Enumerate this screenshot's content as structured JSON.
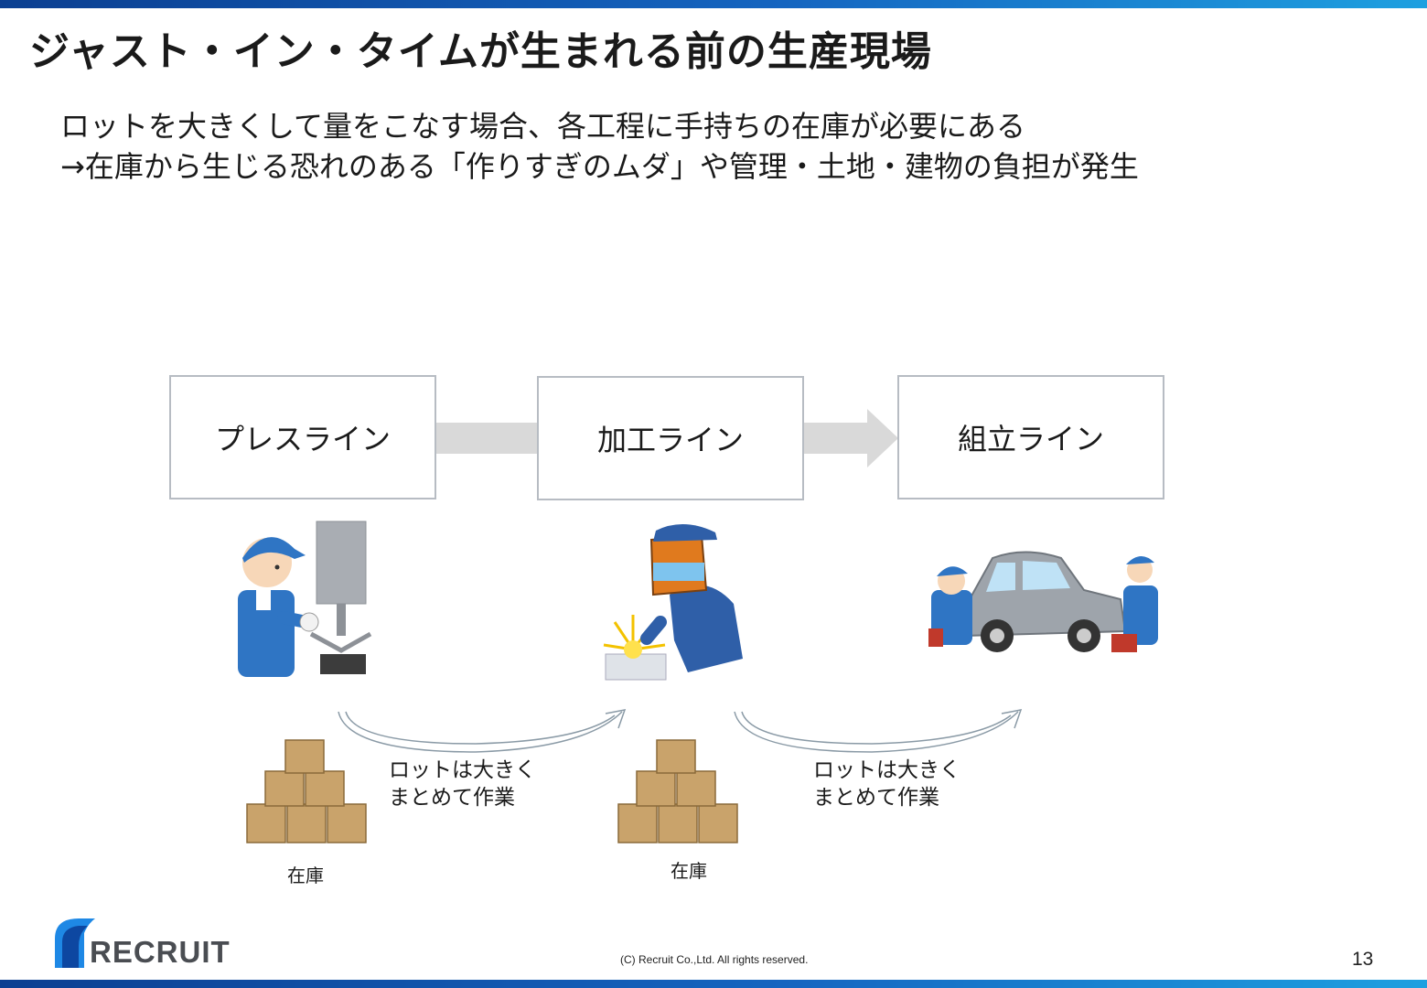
{
  "slide": {
    "title": "ジャスト・イン・タイムが生まれる前の生産現場",
    "lines": [
      "ロットを大きくして量をこなす場合、各工程に手持ちの在庫が必要にある",
      "→在庫から生じる恐れのある「作りすぎのムダ」や管理・土地・建物の負担が発生"
    ]
  },
  "flow": {
    "steps": [
      "プレスライン",
      "加工ライン",
      "組立ライン"
    ]
  },
  "notes": {
    "batch_1": [
      "ロットは大きく",
      "まとめて作業"
    ],
    "batch_2": [
      "ロットは大きく",
      "まとめて作業"
    ]
  },
  "inventory": {
    "label_1": "在庫",
    "label_2": "在庫"
  },
  "footer": {
    "logo_text": "RECRUIT",
    "copyright": "(C) Recruit Co.,Ltd. All rights reserved.",
    "page_number": "13"
  },
  "colors": {
    "brand_blue": "#1565c0",
    "box_border": "#b7bcc3",
    "arrow_gray": "#d9d9d9",
    "worker_blue": "#2f75c4",
    "box_brown": "#c9a36b"
  }
}
